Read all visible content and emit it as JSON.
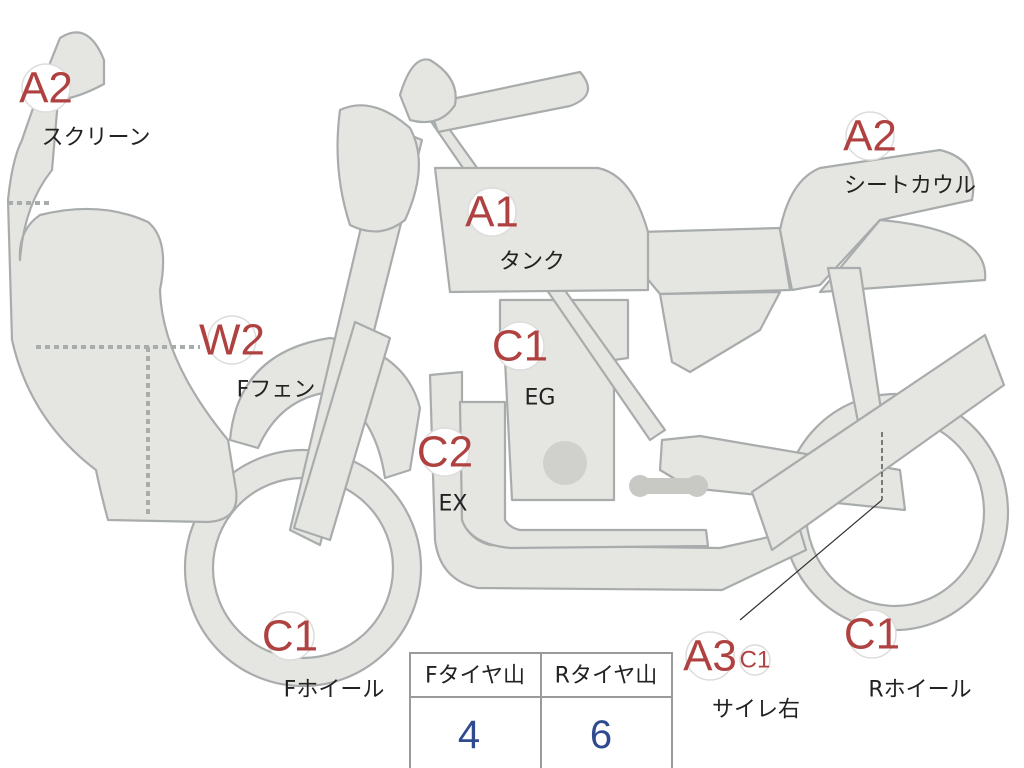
{
  "parts": [
    {
      "id": "screen",
      "grade": "A2",
      "label": "スクリーン"
    },
    {
      "id": "tank",
      "grade": "A1",
      "label": "タンク"
    },
    {
      "id": "seat-cowl",
      "grade": "A2",
      "label": "シートカウル"
    },
    {
      "id": "f-fender",
      "grade": "W2",
      "label": "Fフェン"
    },
    {
      "id": "engine",
      "grade": "C1",
      "label": "EG"
    },
    {
      "id": "exhaust",
      "grade": "C2",
      "label": "EX"
    },
    {
      "id": "f-wheel",
      "grade": "C1",
      "label": "Fホイール"
    },
    {
      "id": "muffler-right",
      "grade": "A3",
      "grade2": "C1",
      "label": "サイレ右"
    },
    {
      "id": "r-wheel",
      "grade": "C1",
      "label": "Rホイール"
    }
  ],
  "tread_table": {
    "front_label": "Fタイヤ山",
    "rear_label": "Rタイヤ山",
    "front_value": "4",
    "rear_value": "6"
  },
  "colors": {
    "body_fill": "#e5e6e1",
    "outline": "#a9acac",
    "grade_text": "#b04141",
    "tread_value_text": "#2f4a8f"
  }
}
